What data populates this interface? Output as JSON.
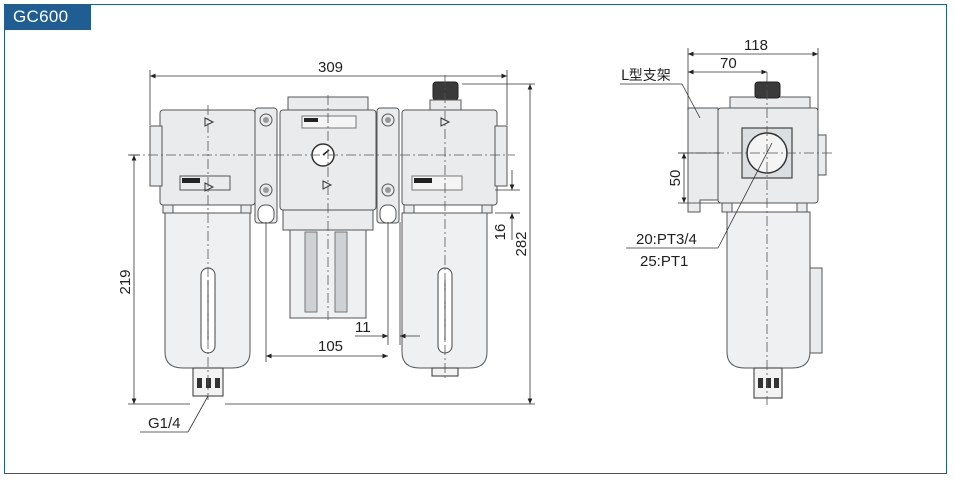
{
  "header": {
    "model_tag": "GC600"
  },
  "front_view": {
    "dim_width": "309",
    "dim_height_219": "219",
    "dim_height_282": "282",
    "dim_16": "16",
    "dim_11": "11",
    "dim_105": "105",
    "drain_port": "G1/4"
  },
  "side_view": {
    "dim_118": "118",
    "dim_70": "70",
    "dim_50": "50",
    "bracket_label": "L型支架",
    "port_label_1": "20:PT3/4",
    "port_label_2": "25:PT1"
  }
}
